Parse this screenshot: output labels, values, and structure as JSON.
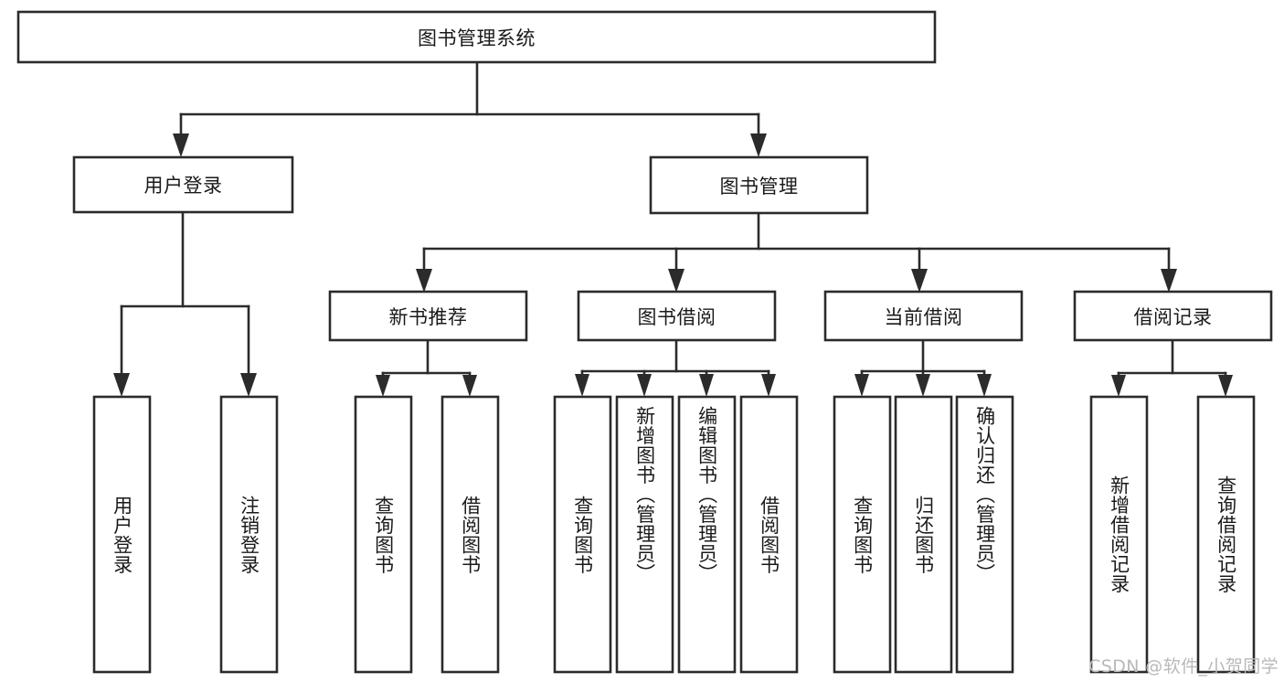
{
  "diagram": {
    "type": "tree-hierarchy",
    "title": "图书管理系统",
    "orientation": "top-down",
    "colors": {
      "box_stroke": "#2b2b2b",
      "box_fill": "#ffffff",
      "connector": "#2b2b2b",
      "text": "#1a1a1a",
      "background": "#ffffff",
      "watermark": "#b9b9b9"
    },
    "root": {
      "id": "root",
      "label": "图书管理系统",
      "orientation": "horizontal"
    },
    "level2": [
      {
        "id": "user-login",
        "label": "用户登录",
        "orientation": "horizontal"
      },
      {
        "id": "book-management",
        "label": "图书管理",
        "orientation": "horizontal"
      }
    ],
    "level3": [
      {
        "id": "new-book-recommend",
        "label": "新书推荐",
        "orientation": "horizontal",
        "parent": "book-management"
      },
      {
        "id": "book-borrow",
        "label": "图书借阅",
        "orientation": "horizontal",
        "parent": "book-management"
      },
      {
        "id": "current-borrow",
        "label": "当前借阅",
        "orientation": "horizontal",
        "parent": "book-management"
      },
      {
        "id": "borrow-record",
        "label": "借阅记录",
        "orientation": "horizontal",
        "parent": "book-management"
      }
    ],
    "leaves": [
      {
        "id": "leaf-user-login",
        "label": "用户登录",
        "orientation": "vertical",
        "parent": "user-login"
      },
      {
        "id": "leaf-logout-login",
        "label": "注销登录",
        "orientation": "vertical",
        "parent": "user-login"
      },
      {
        "id": "leaf-query-book-1",
        "label": "查询图书",
        "orientation": "vertical",
        "parent": "new-book-recommend"
      },
      {
        "id": "leaf-borrow-book-1",
        "label": "借阅图书",
        "orientation": "vertical",
        "parent": "new-book-recommend"
      },
      {
        "id": "leaf-query-book-2",
        "label": "查询图书",
        "orientation": "vertical",
        "parent": "book-borrow"
      },
      {
        "id": "leaf-add-book",
        "label": "新增图书（管理员）",
        "orientation": "vertical",
        "parent": "book-borrow"
      },
      {
        "id": "leaf-edit-book",
        "label": "编辑图书（管理员）",
        "orientation": "vertical",
        "parent": "book-borrow"
      },
      {
        "id": "leaf-borrow-book-2",
        "label": "借阅图书",
        "orientation": "vertical",
        "parent": "book-borrow"
      },
      {
        "id": "leaf-query-book-3",
        "label": "查询图书",
        "orientation": "vertical",
        "parent": "current-borrow"
      },
      {
        "id": "leaf-return-book",
        "label": "归还图书",
        "orientation": "vertical",
        "parent": "current-borrow"
      },
      {
        "id": "leaf-confirm-return",
        "label": "确认归还（管理员）",
        "orientation": "vertical",
        "parent": "current-borrow"
      },
      {
        "id": "leaf-add-record",
        "label": "新增借阅记录",
        "orientation": "vertical",
        "parent": "borrow-record"
      },
      {
        "id": "leaf-query-record",
        "label": "查询借阅记录",
        "orientation": "vertical",
        "parent": "borrow-record"
      }
    ]
  },
  "watermark": {
    "text": "CSDN @软件_小贺同学"
  }
}
